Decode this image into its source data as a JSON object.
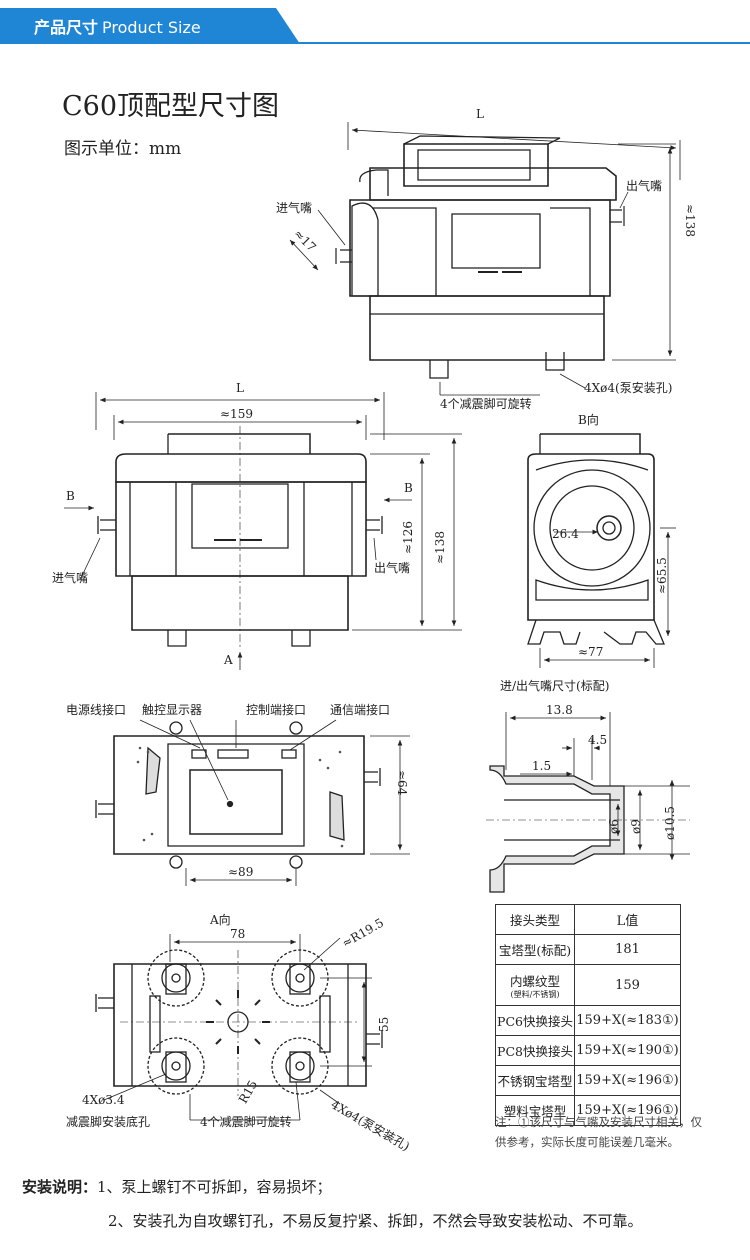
{
  "header": {
    "label_cn": "产品尺寸",
    "label_en": "Product Size",
    "accent": "#1f86d6"
  },
  "title": "C60顶配型尺寸图",
  "unit_label": "图示单位：mm",
  "iso": {
    "dim_L": "L",
    "dim_138": "≈138",
    "dim_17": "≈17",
    "inlet": "进气嘴",
    "outlet": "出气嘴",
    "feet": "4个减震脚可旋转",
    "holes": "4Xø4(泵安装孔)"
  },
  "front": {
    "dim_L": "L",
    "dim_159": "≈159",
    "dim_126": "≈126",
    "dim_138": "≈138",
    "b_left": "B",
    "b_right": "B",
    "a_label": "A",
    "inlet": "进气嘴",
    "outlet": "出气嘴"
  },
  "side": {
    "title": "B向",
    "dim_264": "26.4",
    "dim_65": "≈65.5",
    "dim_77": "≈77"
  },
  "top": {
    "power": "电源线接口",
    "touch": "触控显示器",
    "control": "控制端接口",
    "comm": "通信端接口",
    "dim_64": "≈64",
    "dim_89": "≈89"
  },
  "nozzle": {
    "title": "进/出气嘴尺寸(标配)",
    "d138": "13.8",
    "d45": "4.5",
    "d15": "1.5",
    "phi6": "ø6",
    "phi9": "ø9",
    "phi105": "ø10.5"
  },
  "bottom": {
    "title": "A向",
    "d78": "78",
    "r195": "≈R19.5",
    "d55": "55",
    "r15": "R15",
    "hole34": "4Xø3.4",
    "holes4": "4Xø4(泵安装孔)",
    "base": "减震脚安装底孔",
    "feet": "4个减震脚可旋转"
  },
  "table": {
    "header": [
      "接头类型",
      "L值"
    ],
    "rows": [
      [
        "宝塔型(标配)",
        "181"
      ],
      [
        "内螺纹型",
        "159"
      ],
      [
        "PC6快换接头",
        "159+X(≈183①)"
      ],
      [
        "PC8快换接头",
        "159+X(≈190①)"
      ],
      [
        "不锈钢宝塔型",
        "159+X(≈196①)"
      ],
      [
        "塑料宝塔型",
        "159+X(≈196①)"
      ]
    ],
    "row2_sub": "(塑料/不锈钢)"
  },
  "note": "注：①该尺寸与气嘴及安装尺寸相关，仅供参考，实际长度可能误差几毫米。",
  "install": {
    "lead": "安装说明：",
    "item1": "1、泵上螺钉不可拆卸，容易损坏；",
    "item2": "2、安装孔为自攻螺钉孔，不易反复拧紧、拆卸，不然会导致安装松动、不可靠。"
  }
}
